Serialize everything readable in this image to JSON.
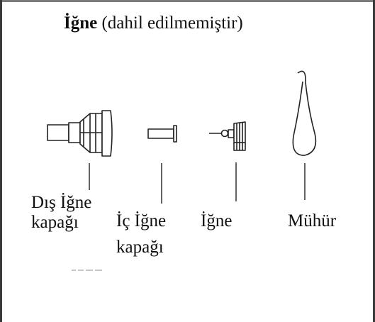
{
  "title": {
    "bold": "İğne",
    "rest": " (dahil edilmemiştir)"
  },
  "labels": {
    "outer_cap_line1": "Dış İğne",
    "outer_cap_line2": "kapağı",
    "inner_cap_line1": "İç İğne",
    "inner_cap_line2": "kapağı",
    "needle": "İğne",
    "seal": "Mühür"
  }
}
